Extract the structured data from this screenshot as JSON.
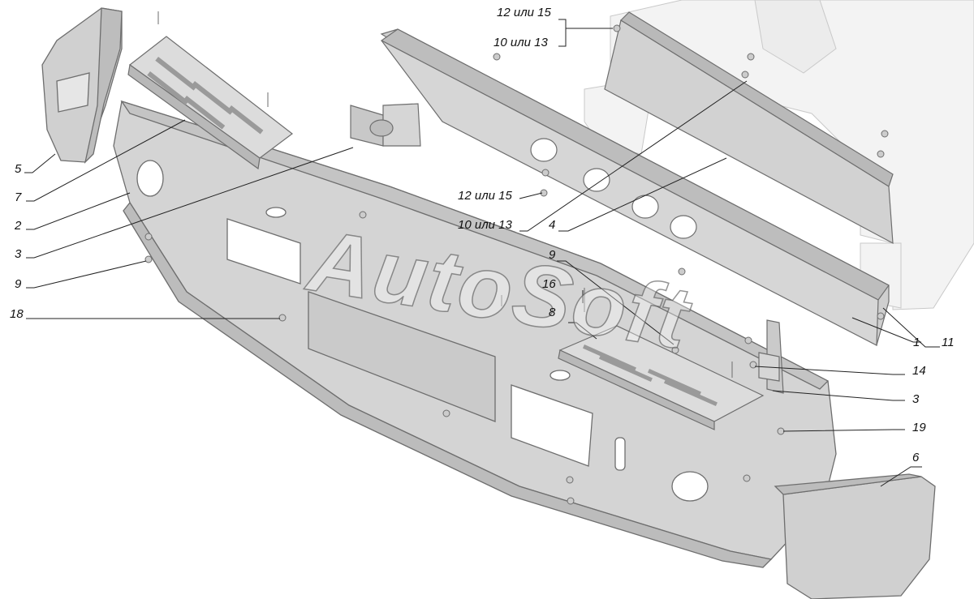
{
  "watermark": "AutoSoft",
  "callouts": {
    "c5": "5",
    "c7": "7",
    "c2": "2",
    "c3_left": "3",
    "c9_left": "9",
    "c18": "18",
    "c12_15_top": "12 или 15",
    "c10_13_top": "10 или 13",
    "c12_15_mid": "12 или 15",
    "c10_13_mid": "10 или 13",
    "c4": "4",
    "c9_right": "9",
    "c16": "16",
    "c8": "8",
    "c1": "1",
    "c11": "11",
    "c14": "14",
    "c3_right": "3",
    "c19": "19",
    "c6": "6"
  },
  "colors": {
    "part_fill": "#d9d9d9",
    "part_edge": "#6e6e6e",
    "hole_fill": "#ffffff",
    "leader": "#222222",
    "frame_fill": "#f2f2f2"
  }
}
